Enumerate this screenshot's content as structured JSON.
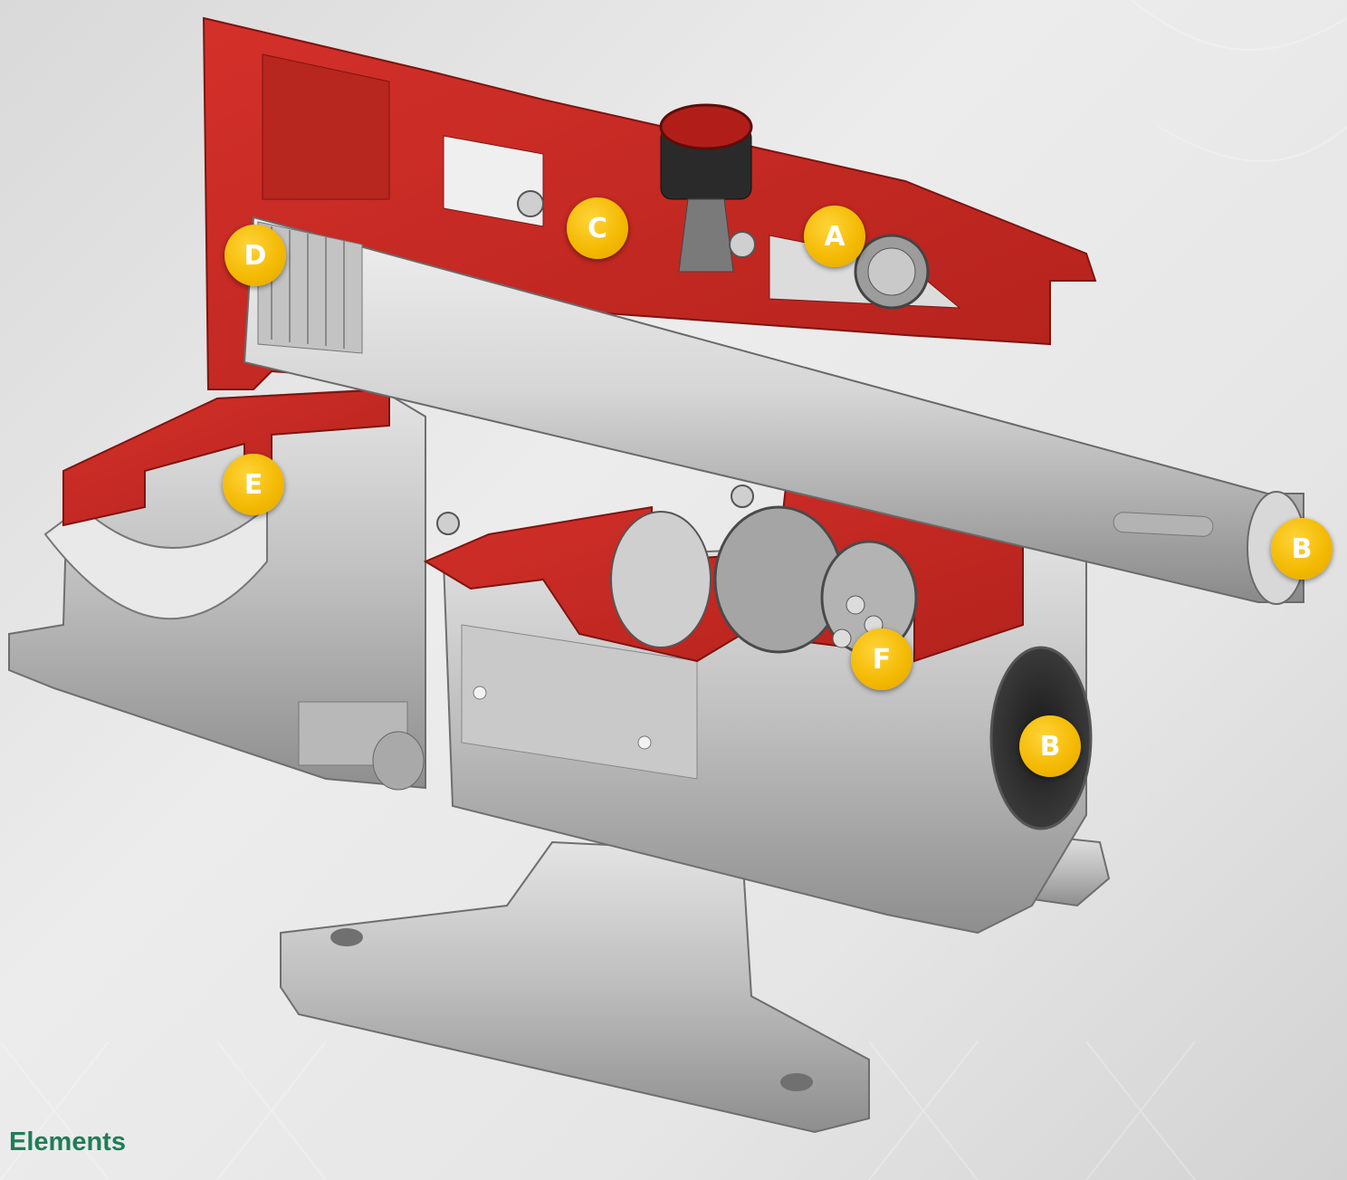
{
  "heading": "Elements",
  "callouts": {
    "a": "A",
    "b_shaft": "B",
    "b_port": "B",
    "c": "C",
    "d": "D",
    "e": "E",
    "f": "F"
  },
  "colors": {
    "section_red": "#c42a22",
    "metal_gray": "#bdbdbd",
    "callout_yellow": "#f3b800",
    "heading_green": "#1f7d55"
  }
}
